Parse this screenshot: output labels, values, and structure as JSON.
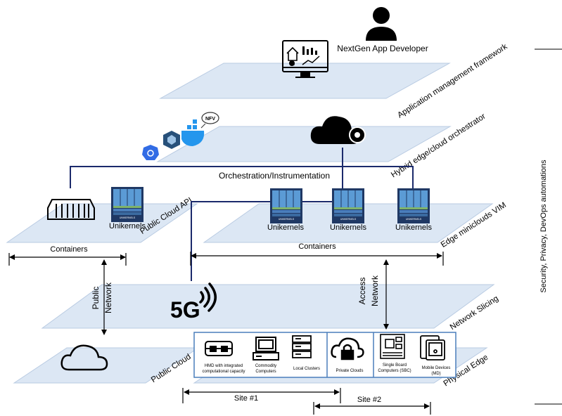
{
  "developer_label": "NextGen App Developer",
  "layers": {
    "app_mgmt": "Application management framework",
    "orchestrator": "Hybrid edge/cloud orchestrator",
    "public_cloud_api": "Public Cloud API",
    "edge_vim": "Edge miniclouds VIM",
    "network_slicing": "Network Slicing",
    "public_cloud": "Public Cloud",
    "physical_edge": "Physical Edge"
  },
  "orchestration_label": "Orchestration/Instrumentation",
  "containers_left": "Containers",
  "containers_right": "Containers",
  "unikernels_label": "Unikernels",
  "unikernel_chip_text": "UNIKERNELS",
  "public_network": [
    "Public",
    "Network"
  ],
  "access_network": [
    "Access",
    "Network"
  ],
  "fiveg": "5G",
  "devices": {
    "hmd": [
      "HMD with integrated",
      "computational capacity"
    ],
    "commodity": [
      "Commodity",
      "Computers"
    ],
    "local_clusters": "Local Clusters",
    "private_clouds": "Private Clouds",
    "sbc": [
      "Single Board",
      "Computers (SBC)"
    ],
    "mobile": [
      "Mobile Devices",
      "(MD)"
    ]
  },
  "site1": "Site #1",
  "site2": "Site #2",
  "side_label": "Security, Privacy, DevOps automations",
  "colors": {
    "plane_fill": "#dce7f4",
    "plane_stroke": "#b9cbe2",
    "navy": "#1b2a6b",
    "unikernel_blue": "#5b9bd5",
    "unikernel_dark": "#1f3864",
    "device_box": "#4a7ebb"
  }
}
